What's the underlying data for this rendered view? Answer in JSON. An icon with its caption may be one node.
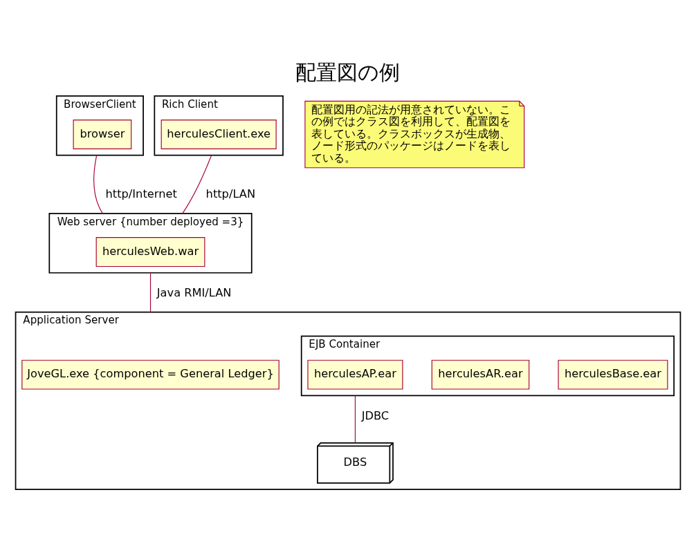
{
  "diagram": {
    "title": "配置図の例",
    "nodes": [
      {
        "text": [
          "BrowserClient"
        ]
      },
      {
        "text": [
          "browser"
        ],
        "in": 0
      },
      {
        "text": [
          "Rich Client"
        ]
      },
      {
        "text": [
          "herculesClient.exe"
        ],
        "in": 2
      },
      {
        "text": [
          "配置図用の記法が用意されていない。この例ではクラス図を利用して、配置図を表している。クラスボックスが生成物、ノード形式のパッケージはノードを表している。"
        ]
      },
      {
        "text": [
          "Web server {number deployed =3}"
        ]
      },
      {
        "text": [
          "herculesWeb.war"
        ],
        "in": 5
      },
      {
        "text": [
          "Application Server"
        ]
      },
      {
        "text": [
          "JoveGL.exe {component = General Ledger}"
        ],
        "in": 7
      },
      {
        "text": [
          "EJB Container"
        ],
        "in": 7
      },
      {
        "text": [
          "herculesBase.ear"
        ],
        "in": 9
      },
      {
        "text": [
          "herculesAR.ear"
        ],
        "in": 9
      },
      {
        "text": [
          "herculesAP.ear"
        ],
        "in": 9
      },
      {
        "text": [
          "DBS"
        ],
        "in": 7
      }
    ],
    "edges": [
      {
        "from": 0,
        "to": 5,
        "arrow": "none",
        "label": "http/Internet"
      },
      {
        "from": 2,
        "to": 5,
        "arrow": "none",
        "label": "http/LAN"
      },
      {
        "from": 5,
        "to": 7,
        "arrow": "none",
        "label": "Java RMI/LAN"
      },
      {
        "from": 9,
        "to": 13,
        "arrow": "none",
        "label": "JDBC"
      }
    ]
  }
}
